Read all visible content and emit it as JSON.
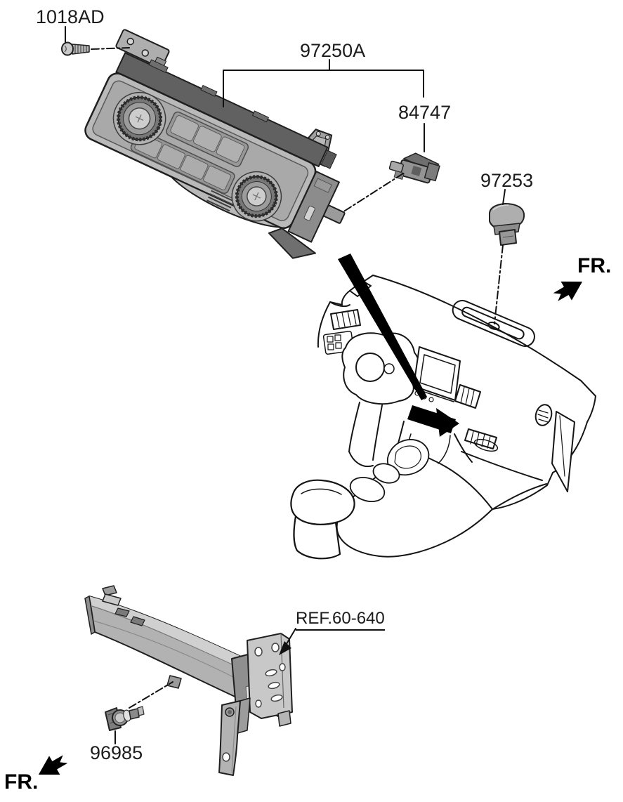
{
  "diagram": {
    "kind": "automotive-parts-diagram-heater-control",
    "background": "#ffffff",
    "line_color": "#1a1a1a",
    "part_fill_light": "#cfcfcf",
    "part_fill_mid": "#b2b2b2",
    "part_fill_dark": "#6e6e6e",
    "callout_black": "#000000"
  },
  "labels": {
    "screw": "1018AD",
    "heater_control_assembly": "97250A",
    "bracket_clip": "84747",
    "photo_sensor": "97253",
    "front_marker_top": "FR.",
    "crossmember_reference": "REF.60-640",
    "ambient_temp_sensor": "96985",
    "front_marker_bottom": "FR."
  }
}
